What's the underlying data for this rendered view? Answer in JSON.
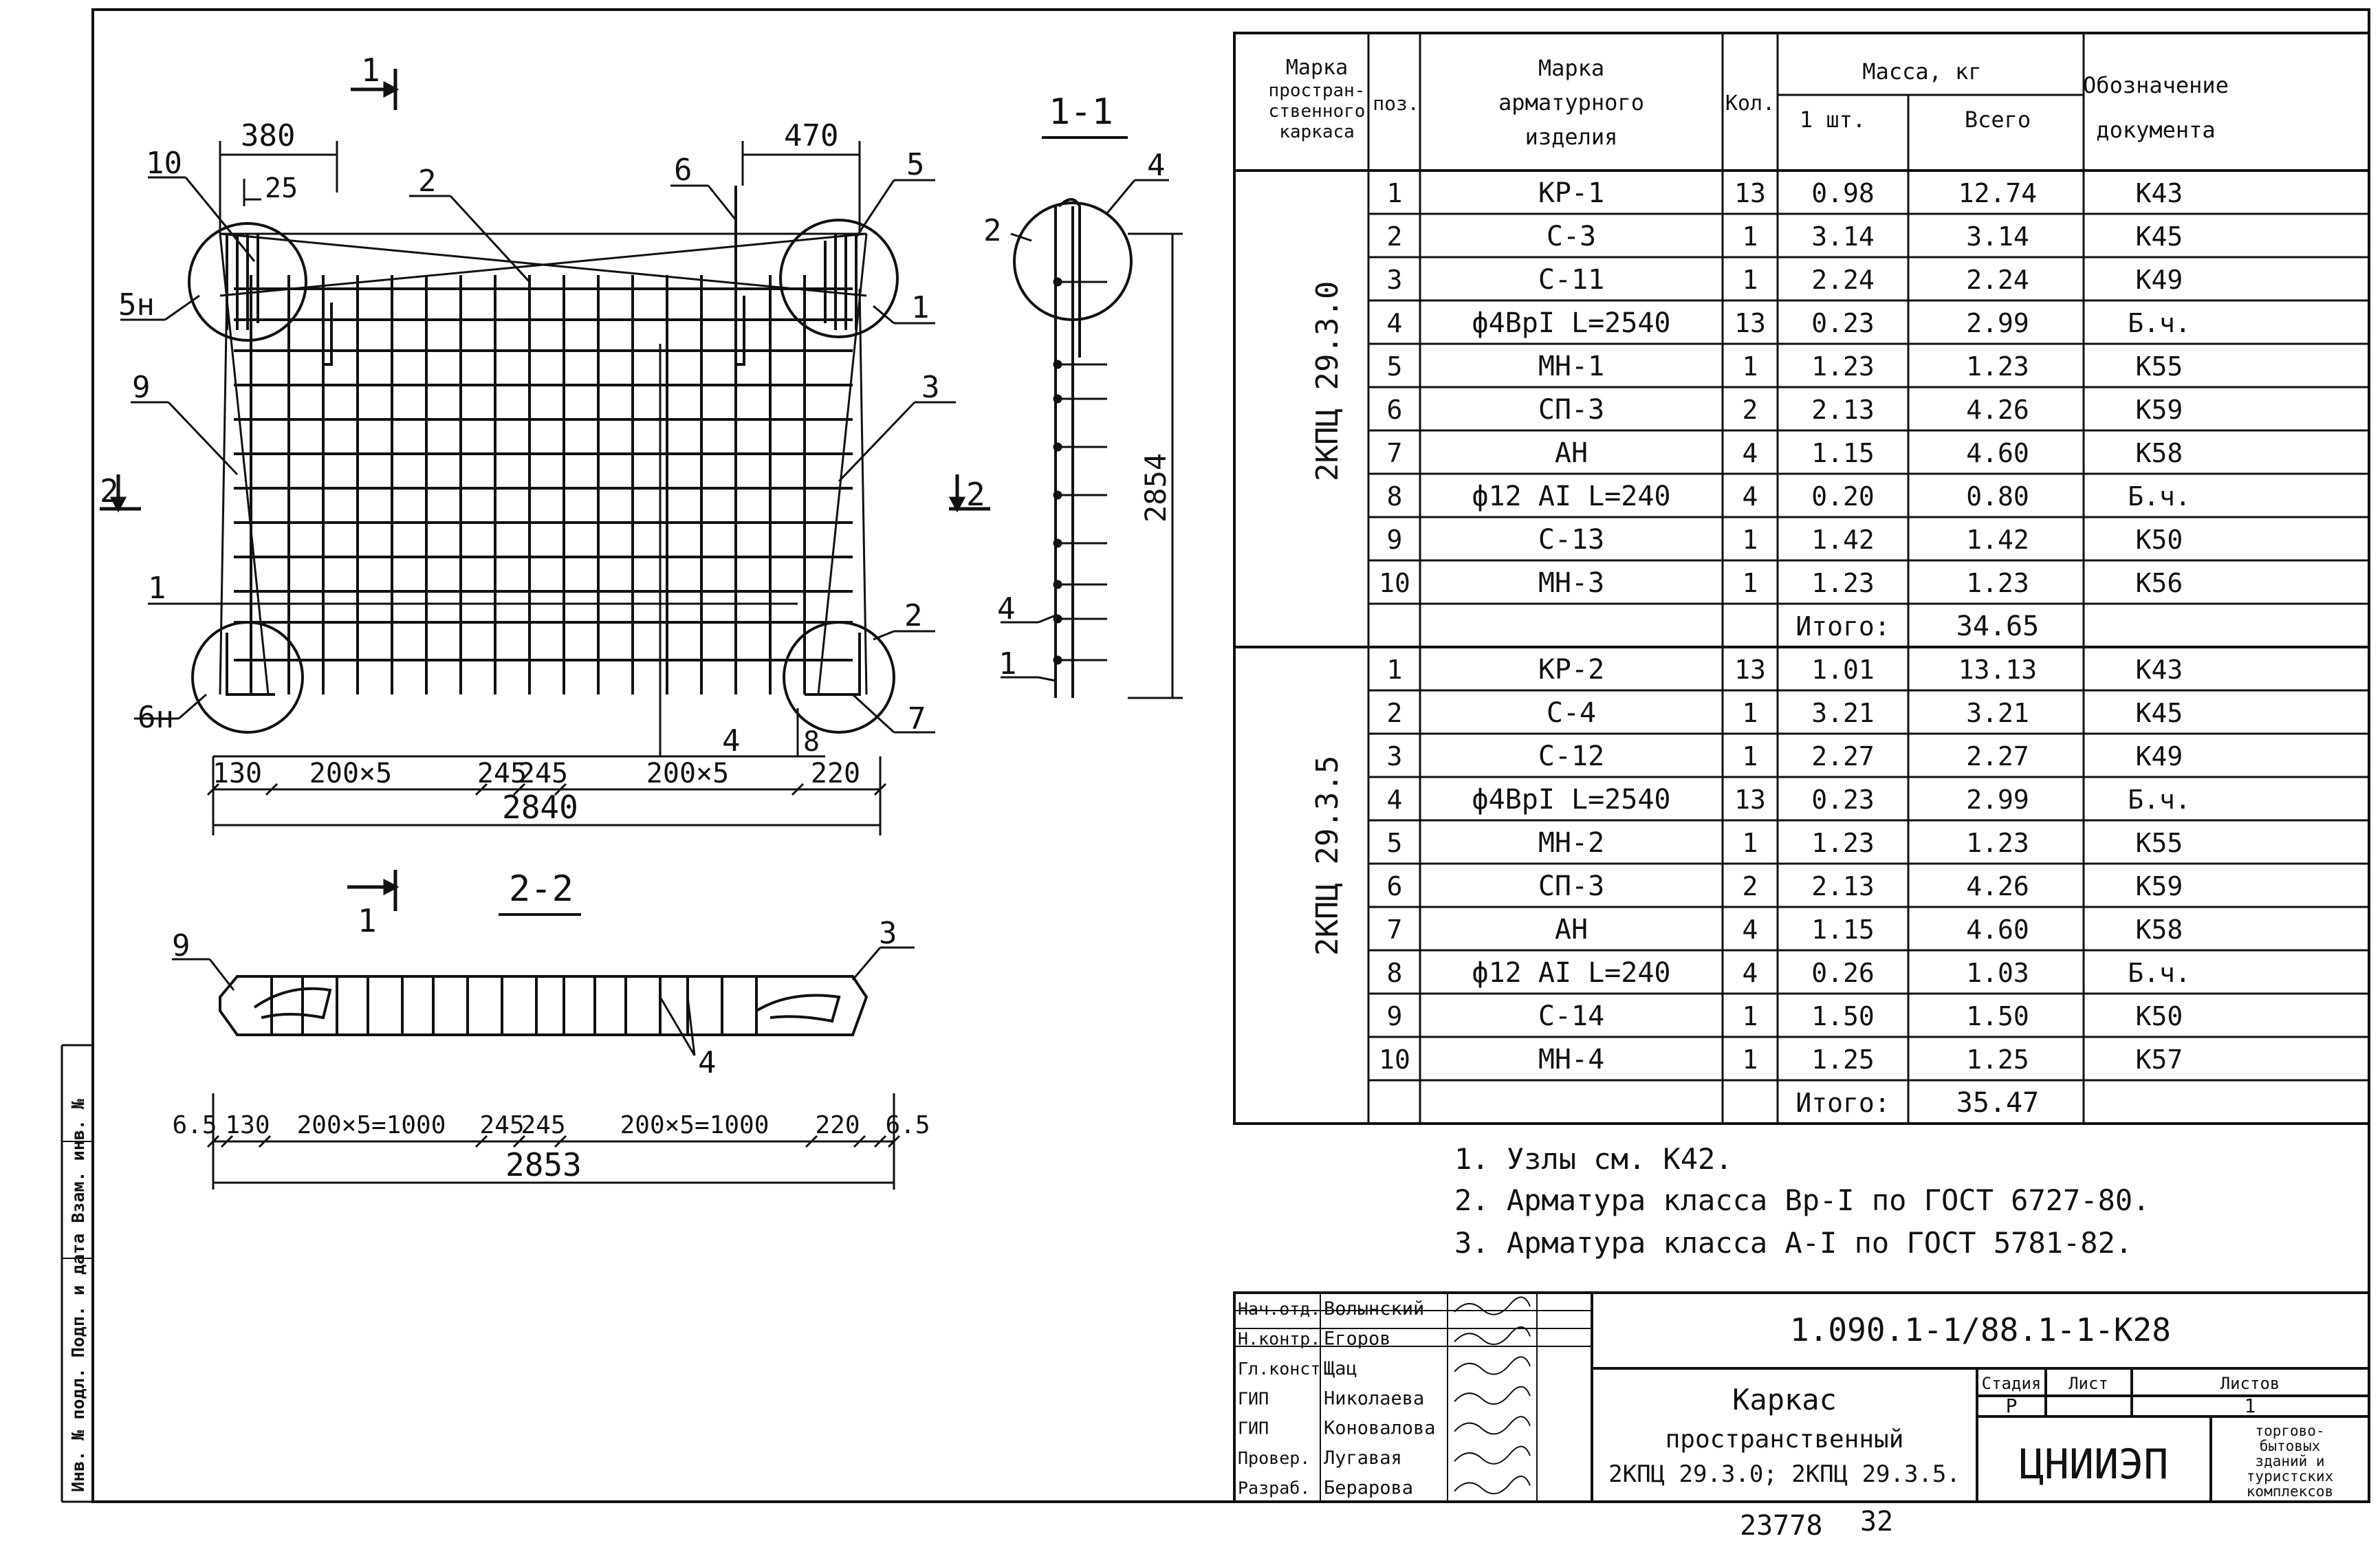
{
  "drawing": {
    "section_1_1": "1-1",
    "section_2_2": "2-2",
    "cut_mark": "1",
    "cut_mark_2": "2",
    "top_dims": {
      "left": "380",
      "left_small": "25",
      "right": "470"
    },
    "plan_bottom_dims": [
      "130",
      "200×5",
      "245",
      "245",
      "200×5",
      "220"
    ],
    "plan_total": "2840",
    "plan_callout_4": "4",
    "plan_callout_8": "8",
    "section_height": "2854",
    "sec2_dims": [
      "6.5",
      "130",
      "200×5=1000",
      "245",
      "245",
      "200×5=1000",
      "220",
      "6.5"
    ],
    "sec2_total": "2853",
    "callouts": {
      "c10": "10",
      "c5n": "5н",
      "c9": "9",
      "c2": "2",
      "c6": "6",
      "c5": "5",
      "c1": "1",
      "c3": "3",
      "c6n": "6н",
      "c7": "7",
      "c4": "4"
    }
  },
  "spec_table": {
    "headers": {
      "frame_mark": [
        "Марка",
        "простран-",
        "ственного",
        "каркаса"
      ],
      "pos": "поз.",
      "item_mark": [
        "Марка",
        "арматурного",
        "изделия"
      ],
      "qty": "Кол.",
      "mass": "Масса, кг",
      "mass_one": "1 шт.",
      "mass_total": "Всего",
      "doc": [
        "Обозначение",
        "документа"
      ]
    },
    "groups": [
      {
        "mark": "2КПЦ 29.3.0",
        "rows": [
          [
            "1",
            "КР-1",
            "13",
            "0.98",
            "12.74",
            "К43"
          ],
          [
            "2",
            "С-3",
            "1",
            "3.14",
            "3.14",
            "К45"
          ],
          [
            "3",
            "С-11",
            "1",
            "2.24",
            "2.24",
            "К49"
          ],
          [
            "4",
            "ф4ВрI L=2540",
            "13",
            "0.23",
            "2.99",
            "Б.ч."
          ],
          [
            "5",
            "МН-1",
            "1",
            "1.23",
            "1.23",
            "К55"
          ],
          [
            "6",
            "СП-3",
            "2",
            "2.13",
            "4.26",
            "К59"
          ],
          [
            "7",
            "АН",
            "4",
            "1.15",
            "4.60",
            "К58"
          ],
          [
            "8",
            "ф12 АI L=240",
            "4",
            "0.20",
            "0.80",
            "Б.ч."
          ],
          [
            "9",
            "С-13",
            "1",
            "1.42",
            "1.42",
            "К50"
          ],
          [
            "10",
            "МН-3",
            "1",
            "1.23",
            "1.23",
            "К56"
          ]
        ],
        "total_label": "Итого:",
        "total": "34.65"
      },
      {
        "mark": "2КПЦ 29.3.5",
        "rows": [
          [
            "1",
            "КР-2",
            "13",
            "1.01",
            "13.13",
            "К43"
          ],
          [
            "2",
            "С-4",
            "1",
            "3.21",
            "3.21",
            "К45"
          ],
          [
            "3",
            "С-12",
            "1",
            "2.27",
            "2.27",
            "К49"
          ],
          [
            "4",
            "ф4ВрI L=2540",
            "13",
            "0.23",
            "2.99",
            "Б.ч."
          ],
          [
            "5",
            "МН-2",
            "1",
            "1.23",
            "1.23",
            "К55"
          ],
          [
            "6",
            "СП-3",
            "2",
            "2.13",
            "4.26",
            "К59"
          ],
          [
            "7",
            "АН",
            "4",
            "1.15",
            "4.60",
            "К58"
          ],
          [
            "8",
            "ф12 АI L=240",
            "4",
            "0.26",
            "1.03",
            "Б.ч."
          ],
          [
            "9",
            "С-14",
            "1",
            "1.50",
            "1.50",
            "К50"
          ],
          [
            "10",
            "МН-4",
            "1",
            "1.25",
            "1.25",
            "К57"
          ]
        ],
        "total_label": "Итого:",
        "total": "35.47"
      }
    ]
  },
  "notes": [
    "1. Узлы см. К42.",
    "2. Арматура класса Вр-I по ГОСТ 6727-80.",
    "3. Арматура класса А-I по ГОСТ 5781-82."
  ],
  "title_block": {
    "code": "1.090.1-1/88.1-1-К28",
    "title": [
      "Каркас",
      "пространственный",
      "2КПЦ 29.3.0; 2КПЦ 29.3.5."
    ],
    "stage_label": "Стадия",
    "sheet_label": "Лист",
    "sheets_label": "Листов",
    "stage": "Р",
    "sheets": "1",
    "org": "ЦНИИЭП",
    "org_sub": [
      "торгово-",
      "бытовых",
      "зданий и",
      "туристских",
      "комплексов"
    ],
    "roles": [
      {
        "role": "Нач.отд.",
        "name": "Волынский"
      },
      {
        "role": "Н.контр.",
        "name": "Егоров"
      },
      {
        "role": "Гл.конст.",
        "name": "Щац"
      },
      {
        "role": "ГИП",
        "name": "Николаева"
      },
      {
        "role": "ГИП",
        "name": "Коновалова"
      },
      {
        "role": "Провер.",
        "name": "Лугавая"
      },
      {
        "role": "Разраб.",
        "name": "Берарова"
      }
    ]
  },
  "left_strip": "Инв. № подл. Подп. и дата Взам. инв. №",
  "footer": {
    "number": "23778",
    "page": "32"
  }
}
